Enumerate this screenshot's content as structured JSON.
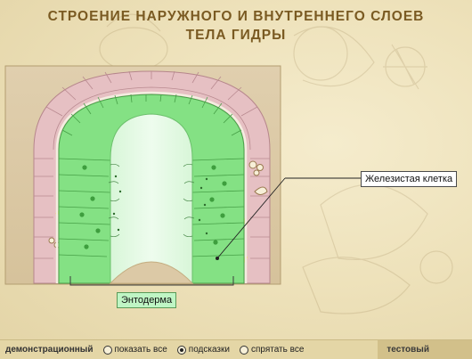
{
  "title": {
    "line1": "СТРОЕНИЕ  НАРУЖНОГО  И  ВНУТРЕННЕГО  СЛОЕВ",
    "line2": "ТЕЛА  ГИДРЫ"
  },
  "labels": {
    "gland_cell": "Железистая клетка",
    "endoderm": "Энтодерма"
  },
  "bottom_bar": {
    "mode_demo": "демонстрационный",
    "show_all": "показать все",
    "hints": "подсказки",
    "hide_all": "спрятать все",
    "mode_test": "тестовый",
    "selected": "hints"
  },
  "colors": {
    "title": "#7a5a22",
    "endoderm": "#7ee07e",
    "ectoderm": "#e3bcc0",
    "panel": "#dcc9a6"
  }
}
